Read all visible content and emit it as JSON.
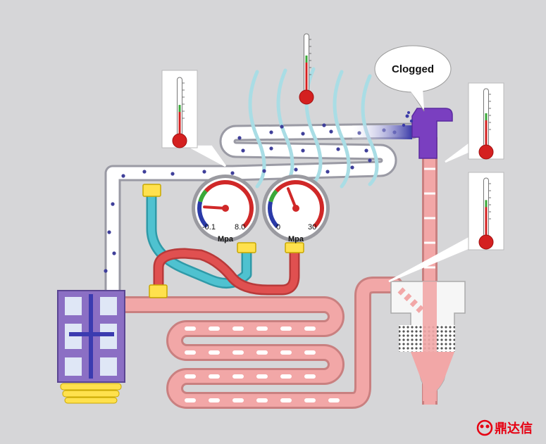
{
  "callout": {
    "label": "Clogged"
  },
  "gauges": [
    {
      "min_label": "-0.1",
      "max_label": "8.0",
      "unit": "Mpa",
      "level": 0.18
    },
    {
      "min_label": "0",
      "max_label": "30",
      "unit": "Mpa",
      "level": 0.42
    }
  ],
  "thermometers": [
    {
      "name": "condenser",
      "level": 0.45
    },
    {
      "name": "ambient",
      "level": 0.55
    },
    {
      "name": "capillary-outlet",
      "level": 0.5
    },
    {
      "name": "evaporator-inlet",
      "level": 0.55
    }
  ],
  "watermark": {
    "text": "鼎达信"
  },
  "colors": {
    "background": "#d6d6d8",
    "refrigerant_dot": "#3f3f9a",
    "hot_pipe": "#f2a7a7",
    "liquid_line": "#ffffff",
    "heat_wave": "#a9dde5",
    "compressor": "#8b6fc4",
    "fitting": "#ffe14d",
    "red_hose": "#e05050",
    "blue_hose": "#4fc2d0"
  }
}
